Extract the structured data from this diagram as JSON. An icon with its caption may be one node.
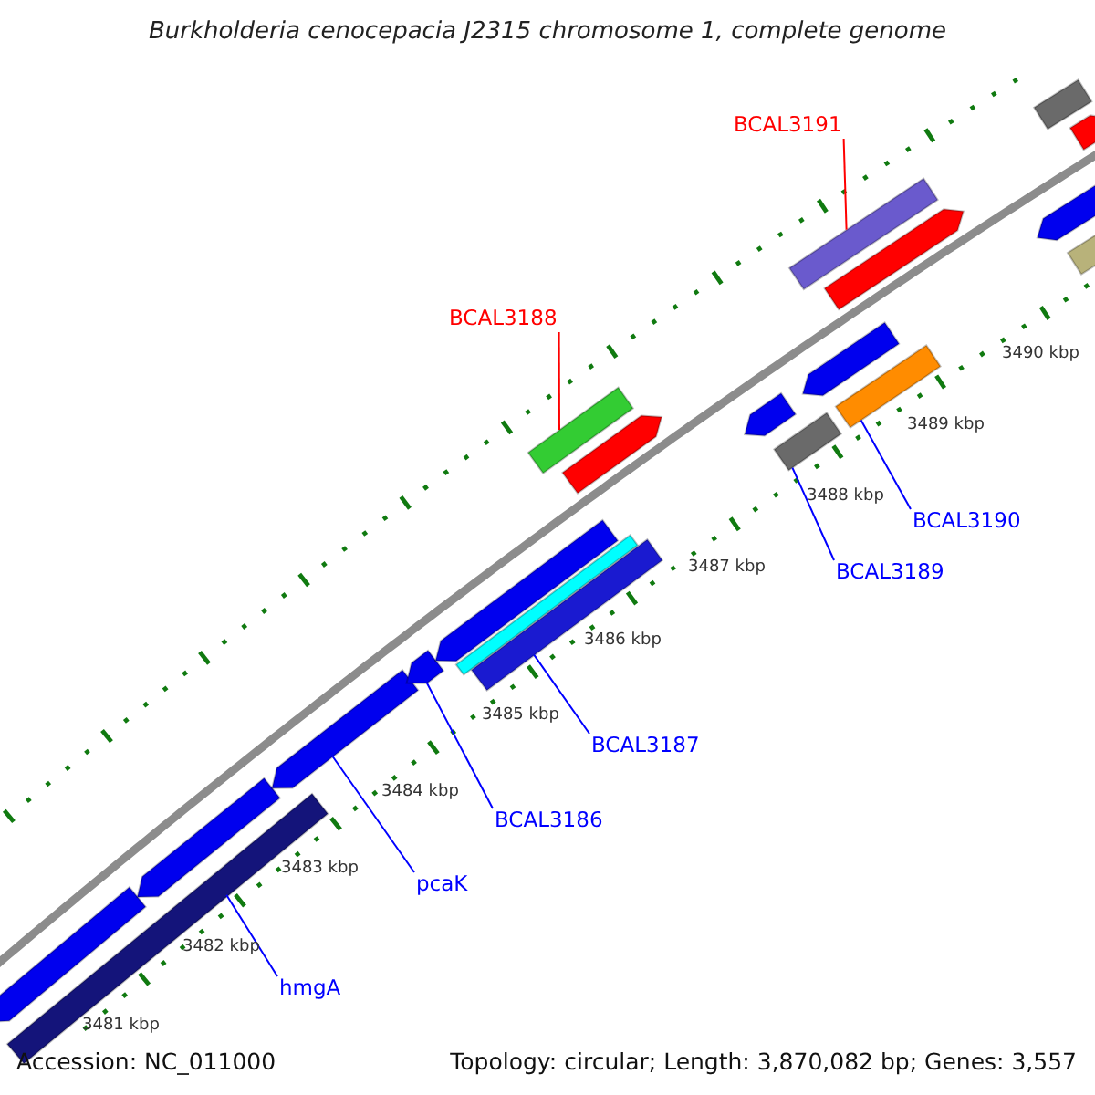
{
  "diagram": {
    "title": "Burkholderia cenocepacia J2315 chromosome 1, complete genome",
    "nodes": [
      {
        "text": [
          "BCAL3191"
        ]
      },
      {
        "text": [
          "BCAL3188"
        ]
      },
      {
        "text": [
          "BCAL3190"
        ]
      },
      {
        "text": [
          "BCAL3189"
        ]
      },
      {
        "text": [
          "BCAL3187"
        ]
      },
      {
        "text": [
          "BCAL3186"
        ]
      },
      {
        "text": [
          "pcaK"
        ]
      },
      {
        "text": [
          "hmgA"
        ]
      },
      {
        "text": [],
        "shape": "arrow"
      },
      {
        "text": [],
        "shape": "bar"
      },
      {
        "text": [],
        "shape": "arrow"
      },
      {
        "text": [],
        "shape": "arrow"
      },
      {
        "text": [],
        "shape": "arrow"
      },
      {
        "text": [],
        "shape": "arrow"
      },
      {
        "text": [],
        "shape": "bar"
      },
      {
        "text": [],
        "shape": "bar"
      },
      {
        "text": [],
        "shape": "bar"
      },
      {
        "text": [],
        "shape": "arrow"
      },
      {
        "text": [],
        "shape": "arrow"
      },
      {
        "text": [],
        "shape": "bar"
      },
      {
        "text": [],
        "shape": "arrow"
      },
      {
        "text": [],
        "shape": "bar"
      },
      {
        "text": [],
        "shape": "bar"
      },
      {
        "text": [],
        "shape": "arrow"
      },
      {
        "text": [],
        "shape": "arrow"
      },
      {
        "text": [],
        "shape": "bar"
      },
      {
        "text": [],
        "shape": "bar"
      },
      {
        "text": [],
        "shape": "arrow"
      }
    ],
    "edges": [
      {
        "from": 0,
        "to": 22,
        "arrow": "none",
        "color": "#ff0000"
      },
      {
        "from": 1,
        "to": 16,
        "arrow": "none",
        "color": "#ff0000"
      },
      {
        "from": 2,
        "to": 21,
        "arrow": "none"
      },
      {
        "from": 3,
        "to": 19,
        "arrow": "none"
      },
      {
        "from": 4,
        "to": 15,
        "arrow": "none"
      },
      {
        "from": 5,
        "to": 12,
        "arrow": "none"
      },
      {
        "from": 6,
        "to": 11,
        "arrow": "none"
      },
      {
        "from": 7,
        "to": 9,
        "arrow": "none"
      }
    ],
    "labels": [
      "3490 kbp",
      "3489 kbp",
      "3488 kbp",
      "3487 kbp",
      "3486 kbp",
      "3485 kbp",
      "3484 kbp",
      "3483 kbp",
      "3482 kbp",
      "3481 kbp",
      "Accession: NC_011000",
      "Topology: circular; Length: 3,870,082 bp; Genes: 3,557"
    ]
  }
}
